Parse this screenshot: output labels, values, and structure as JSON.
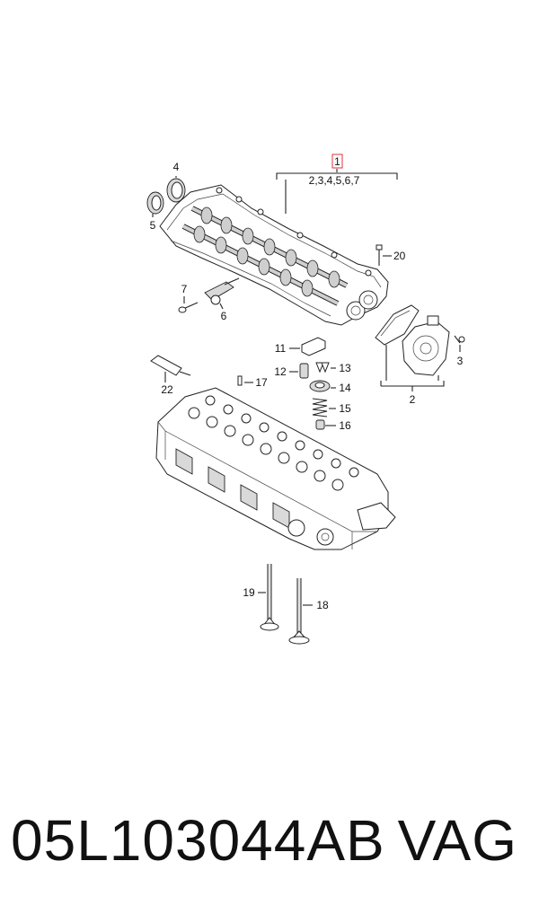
{
  "diagram": {
    "callouts": {
      "c1": "1",
      "c1_group": "2,3,4,5,6,7",
      "c2": "2",
      "c3": "3",
      "c4": "4",
      "c5": "5",
      "c6": "6",
      "c7": "7",
      "c11": "11",
      "c12": "12",
      "c13": "13",
      "c14": "14",
      "c15": "15",
      "c16": "16",
      "c17": "17",
      "c18": "18",
      "c19": "19",
      "c20": "20",
      "c22": "22"
    },
    "highlight_color": "#e0303a"
  },
  "footer": {
    "part_number": "05L103044AB",
    "brand": "VAG"
  }
}
